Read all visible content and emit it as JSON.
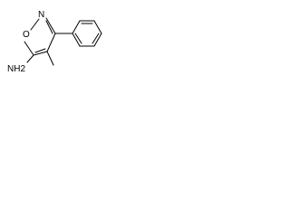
{
  "molecule": {
    "atoms": {
      "oxygen": "O",
      "nitrogen": "N",
      "amine": "NH2"
    },
    "substituents": {
      "methyl": "",
      "phenyl": ""
    }
  }
}
